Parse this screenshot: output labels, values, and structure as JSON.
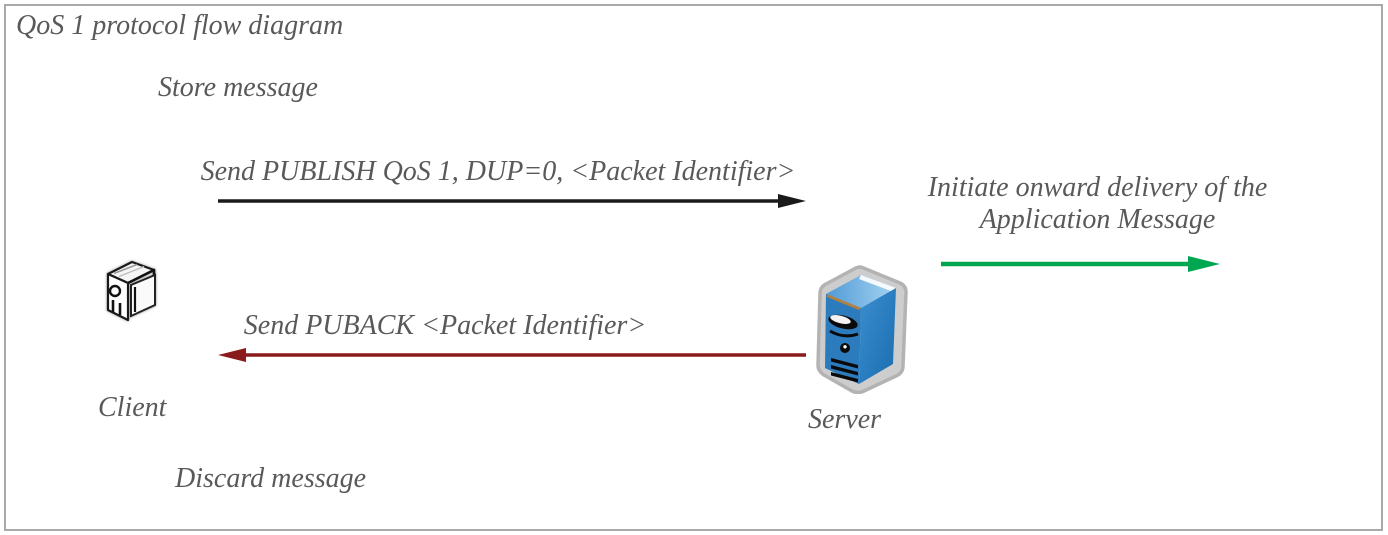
{
  "diagram": {
    "title": "QoS 1 protocol flow diagram",
    "actors": [
      {
        "id": "client",
        "label": "Client",
        "icon": "client-icon"
      },
      {
        "id": "server",
        "label": "Server",
        "icon": "server-icon"
      }
    ],
    "annotations": {
      "store_message": "Store message",
      "discard_message": "Discard message"
    },
    "flows": [
      {
        "id": "publish",
        "label": "Send PUBLISH QoS 1, DUP=0, <Packet Identifier>",
        "from": "client",
        "to": "server",
        "direction": "right",
        "color": "#1a1a1a"
      },
      {
        "id": "onward-delivery",
        "label": "Initiate onward delivery of the Application Message",
        "from": "server",
        "to": "onward",
        "direction": "right",
        "color": "#00a650"
      },
      {
        "id": "puback",
        "label": "Send PUBACK <Packet Identifier>",
        "from": "server",
        "to": "client",
        "direction": "left",
        "color": "#8b1a1a"
      }
    ],
    "colors": {
      "label_text": "#595959",
      "border": "#a9a9a9",
      "publish_arrow": "#1a1a1a",
      "delivery_arrow": "#00a650",
      "puback_arrow": "#8b1a1a",
      "server_body_blue": "#2f86c9",
      "server_top_blue": "#8cc1ea",
      "client_gray": "#f5f5f5"
    }
  }
}
